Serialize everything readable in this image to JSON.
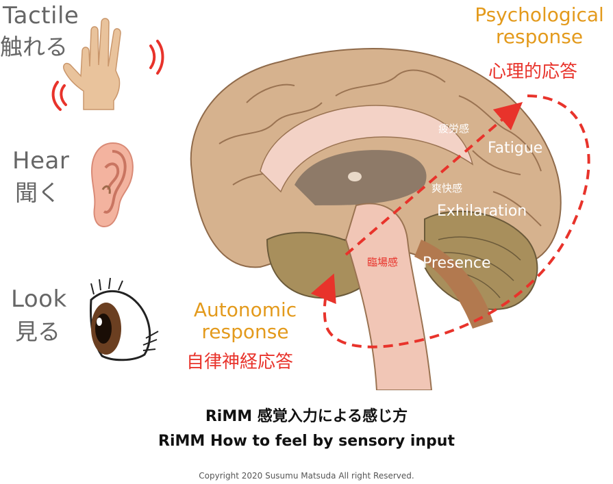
{
  "senses": [
    {
      "en": "Tactile",
      "jp": "触れる",
      "icon": "hand-icon"
    },
    {
      "en": "Hear",
      "jp": "聞く",
      "icon": "ear-icon"
    },
    {
      "en": "Look",
      "jp": "見る",
      "icon": "eye-icon"
    }
  ],
  "psychological": {
    "en_line1": "Psychological",
    "en_line2": "response",
    "jp": "心理的応答"
  },
  "autonomic": {
    "en_line1": "Autonomic",
    "en_line2": "response",
    "jp": "自律神経応答"
  },
  "brain_labels": {
    "fatigue_jp": "疲労感",
    "fatigue_en": "Fatigue",
    "exhilaration_jp": "爽快感",
    "exhilaration_en": "Exhilaration",
    "presence_jp": "臨場感",
    "presence_en": "Presence"
  },
  "caption": {
    "jp": "RiMM 感覚入力による感じ方",
    "en": "RiMM How to feel by sensory input",
    "copyright": "Copyright 2020 Susumu Matsuda All right Reserved."
  },
  "colors": {
    "orange": "#e39a1c",
    "red": "#e8332b",
    "brain": "#d6b28e",
    "text_gray": "#666666"
  }
}
